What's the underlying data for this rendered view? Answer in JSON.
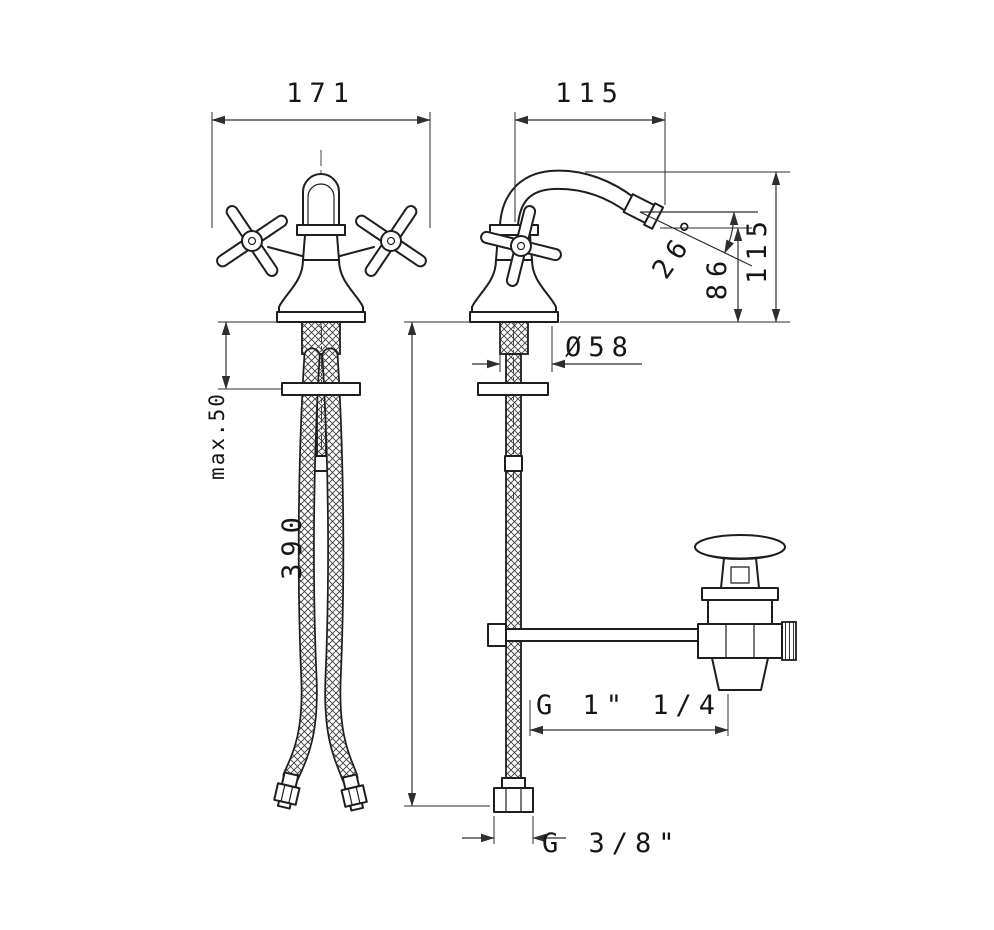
{
  "labels": {
    "width_front": "171",
    "depth_top": "115",
    "spout_angle": "26°",
    "outlet_height": "86",
    "spout_height": "115",
    "base_diameter": "Ø58",
    "max_mounting": "max.50",
    "hose_length": "390",
    "drain_thread": "G 1\" 1/4",
    "supply_thread": "G 3/8\""
  }
}
